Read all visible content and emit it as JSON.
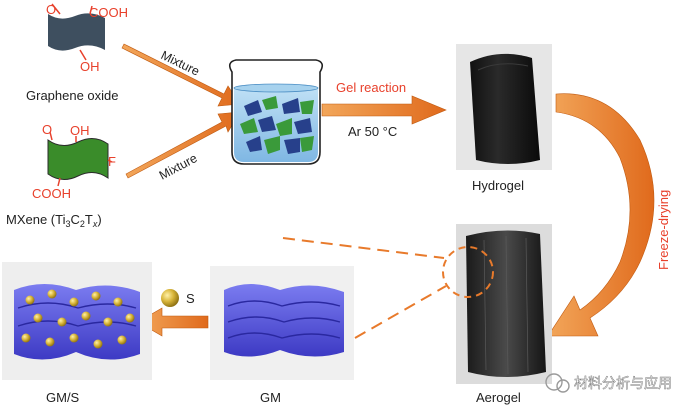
{
  "labels": {
    "graphene_oxide": "Graphene oxide",
    "mxene_prefix": "MXene (Ti",
    "mxene_sub3": "3",
    "mxene_c": "C",
    "mxene_sub2": "2",
    "mxene_t": "T",
    "mxene_subx": "x",
    "mxene_suffix": ")",
    "mixture_top": "Mixture",
    "mixture_bottom": "Mixture",
    "gel_reaction": "Gel reaction",
    "ar_temp": "Ar 50 °C",
    "hydrogel": "Hydrogel",
    "freeze_drying": "Freeze-drying",
    "aerogel": "Aerogel",
    "gm": "GM",
    "gm_s": "GM/S",
    "sulfur": "S",
    "watermark": "材料分析与应用"
  },
  "chem": {
    "go_o": "O",
    "go_cooh": "COOH",
    "go_oh": "OH",
    "mx_o": "O",
    "mx_oh": "OH",
    "mx_f": "F",
    "mx_cooh": "COOH"
  },
  "colors": {
    "arrow_orange": "#e87a2b",
    "group_red": "#e8412c",
    "go_sheet": "#3e4f5f",
    "mxene_sheet": "#3a8c2a",
    "foam_blue": "#5150d8",
    "sulfur_gold": "#c9a92a"
  }
}
